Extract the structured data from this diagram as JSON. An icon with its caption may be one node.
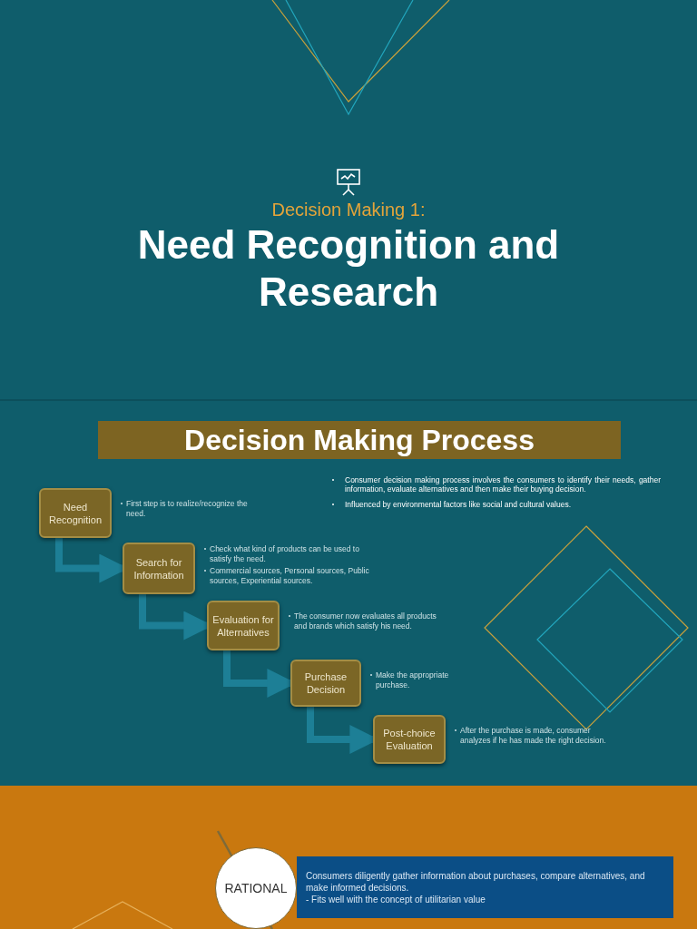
{
  "diagram": {
    "title": "Need Recognition and Research",
    "nodes": [
      {
        "text": [
          "Need Recognition"
        ],
        "beside": [
          "First step is to realize/recognize the need."
        ]
      },
      {
        "text": [
          "Search for Information"
        ],
        "beside": [
          "Check what kind of products can be used to satisfy the need.",
          "Commercial sources, Personal sources, Public sources, Experiential sources."
        ]
      },
      {
        "text": [
          "Evaluation for Alternatives"
        ],
        "beside": [
          "The consumer now evaluates all products and brands which satisfy his need."
        ]
      },
      {
        "text": [
          "Purchase Decision"
        ],
        "beside": [
          "Make the appropriate purchase."
        ]
      },
      {
        "text": [
          "Post-choice Evaluation"
        ],
        "beside": [
          "After the purchase is made, consumer analyzes if he has made the right decision."
        ]
      },
      {
        "text": [
          "RATIONAL"
        ]
      },
      {
        "text": [
          "Consumers diligently gather information about purchases, compare alternatives, and make informed decisions.",
          "- Fits well with the concept of utilitarian value"
        ]
      }
    ],
    "edges": [
      {
        "from": 0,
        "to": 1,
        "arrow": "to"
      },
      {
        "from": 1,
        "to": 2,
        "arrow": "to"
      },
      {
        "from": 2,
        "to": 3,
        "arrow": "to"
      },
      {
        "from": 3,
        "to": 4,
        "arrow": "to"
      }
    ],
    "labels": [
      "Decision Making 1:",
      "Decision Making Process",
      "Consumer decision making process involves the consumers to identify their needs, gather information, evaluate alternatives and then make their buying decision.",
      "Influenced by environmental factors like social and cultural values."
    ]
  }
}
